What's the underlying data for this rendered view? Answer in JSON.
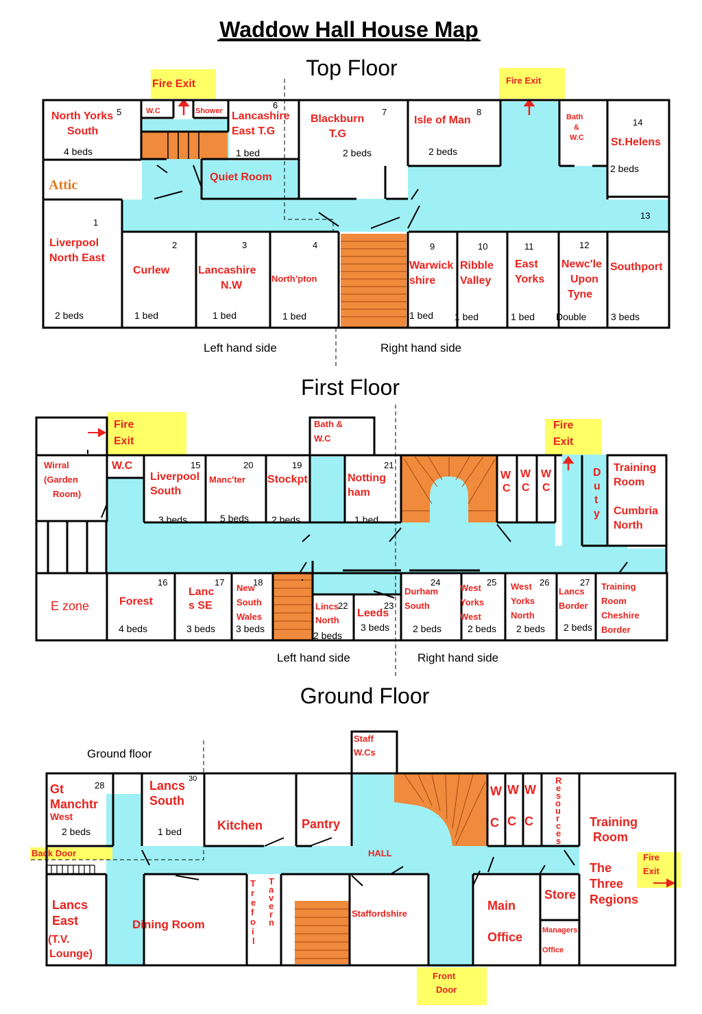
{
  "title": "Waddow Hall House Map",
  "floors": {
    "top": "Top Floor",
    "first": "First Floor",
    "ground": "Ground Floor"
  },
  "labels": {
    "fire_exit": "Fire Exit",
    "fire": "Fire",
    "exit": "Exit",
    "left_side": "Left hand side",
    "right_side": "Right hand side",
    "ground_floor": "Ground floor",
    "back_door": "Back Door",
    "front": "Front",
    "door": "Door"
  },
  "top": {
    "north_yorks": [
      "North Yorks",
      "South"
    ],
    "n5": "5",
    "b5": "4 beds",
    "wc": "W.C",
    "shower": "Shower",
    "n6": "6",
    "lancs_east": [
      "Lancashire",
      "East T.G"
    ],
    "b6": "1 bed",
    "n7": "7",
    "blackburn": [
      "Blackburn",
      "T.G"
    ],
    "b7": "2 beds",
    "n8": "8",
    "isle": "Isle of Man",
    "b8": "2 beds",
    "bath": [
      "Bath",
      "&",
      "W.C"
    ],
    "n14": "14",
    "sthelens": "St.Helens",
    "b14": "2 beds",
    "quiet": "Quiet Room",
    "attic": "Attic",
    "n1": "1",
    "liverpool": [
      "Liverpool",
      "North East"
    ],
    "b1": "2 beds",
    "n13": "13",
    "n2": "2",
    "curlew": "Curlew",
    "b2": "1 bed",
    "n3": "3",
    "lancs_nw": [
      "Lancashire",
      "N.W"
    ],
    "b3": "1 bed",
    "n4": "4",
    "northpton": "North’pton",
    "b4": "1 bed",
    "n9": "9",
    "warwick": [
      "Warwick",
      "shire"
    ],
    "b9": "1 bed",
    "n10": "10",
    "ribble": [
      "Ribble",
      "Valley"
    ],
    "b10": "1 bed",
    "n11": "11",
    "eyorks": [
      "East",
      "Yorks"
    ],
    "b11": "1 bed",
    "n12": "12",
    "newcastle": [
      "Newc'le",
      "Upon",
      "Tyne"
    ],
    "b12": "Double",
    "southport": "Southport",
    "b13": "3 beds"
  },
  "first": {
    "wirral": [
      "Wirral",
      "(Garden",
      "Room)"
    ],
    "wc": "W.C",
    "bath": [
      "Bath &",
      "W.C"
    ],
    "n15": "15",
    "lsouth": [
      "Liverpool",
      "South"
    ],
    "b15": "3 beds",
    "n20": "20",
    "manc": "Manc'ter",
    "b20": "5 beds",
    "n19": "19",
    "stock": "Stockpt",
    "b19": "2 beds",
    "n21": "21",
    "notting": [
      "Notting",
      "ham"
    ],
    "b21": "1 bed",
    "wc_letters": [
      "W",
      "C"
    ],
    "duty": [
      "D",
      "u",
      "t",
      "y"
    ],
    "training": [
      "Training",
      "Room"
    ],
    "cumbria": [
      "Cumbria",
      "North"
    ],
    "ezone": "E zone",
    "n16": "16",
    "forest": "Forest",
    "b16": "4 beds",
    "n17": "17",
    "lancsse": [
      "Lanc",
      "s SE"
    ],
    "b17": "3 beds",
    "n18": "18",
    "nsw": [
      "New",
      "South",
      "Wales"
    ],
    "b18": "3 beds",
    "n22": "22",
    "lincs": [
      "Lincs",
      "North"
    ],
    "b22": "2 beds",
    "n23": "23",
    "leeds": "Leeds",
    "b23": "3 beds",
    "n24": "24",
    "durham": [
      "Durham",
      "South"
    ],
    "b24": "2 beds",
    "n25": "25",
    "wyw": [
      "West",
      "Yorks",
      "West"
    ],
    "b25": "2 beds",
    "n26": "26",
    "wyn": [
      "West",
      "Yorks",
      "North"
    ],
    "b26": "2 beds",
    "n27": "27",
    "lborder": [
      "Lancs",
      "Border"
    ],
    "b27": "2 beds",
    "cheshire": [
      "Training",
      "Room",
      "Cheshire",
      "Border"
    ]
  },
  "ground": {
    "staff": [
      "Staff",
      "W.Cs"
    ],
    "n28": "28",
    "gtman": [
      "Gt",
      "Manchtr",
      "West"
    ],
    "b28": "2 beds",
    "n30": "30",
    "lsouth": [
      "Lancs",
      "South"
    ],
    "b30": "1 bed",
    "kitchen": "Kitchen",
    "pantry": "Pantry",
    "wc_letters": [
      "W",
      "C"
    ],
    "resources": [
      "R",
      "e",
      "s",
      "o",
      "u",
      "r",
      "c",
      "e",
      "s"
    ],
    "training": [
      "Training",
      " Room"
    ],
    "regions": [
      "The",
      "Three",
      "Regions"
    ],
    "hall": "HALL",
    "least": [
      "Lancs",
      "East",
      "(T.V.",
      "Lounge)"
    ],
    "dining": "Dining Room",
    "trefoil": [
      "T",
      "r",
      "e",
      "f",
      "o",
      "i",
      "l"
    ],
    "tavern": [
      "T",
      "a",
      "v",
      "e",
      "r",
      "n"
    ],
    "stafford": "Staffordshire",
    "main": [
      "Main",
      "Office"
    ],
    "store": "Store",
    "managers": [
      "Managers",
      "Office"
    ]
  },
  "colors": {
    "corridor": "#9ff0f5",
    "stairs": "#f08a3c",
    "room_label": "#e8231e",
    "exit_box": "#ffff66"
  }
}
